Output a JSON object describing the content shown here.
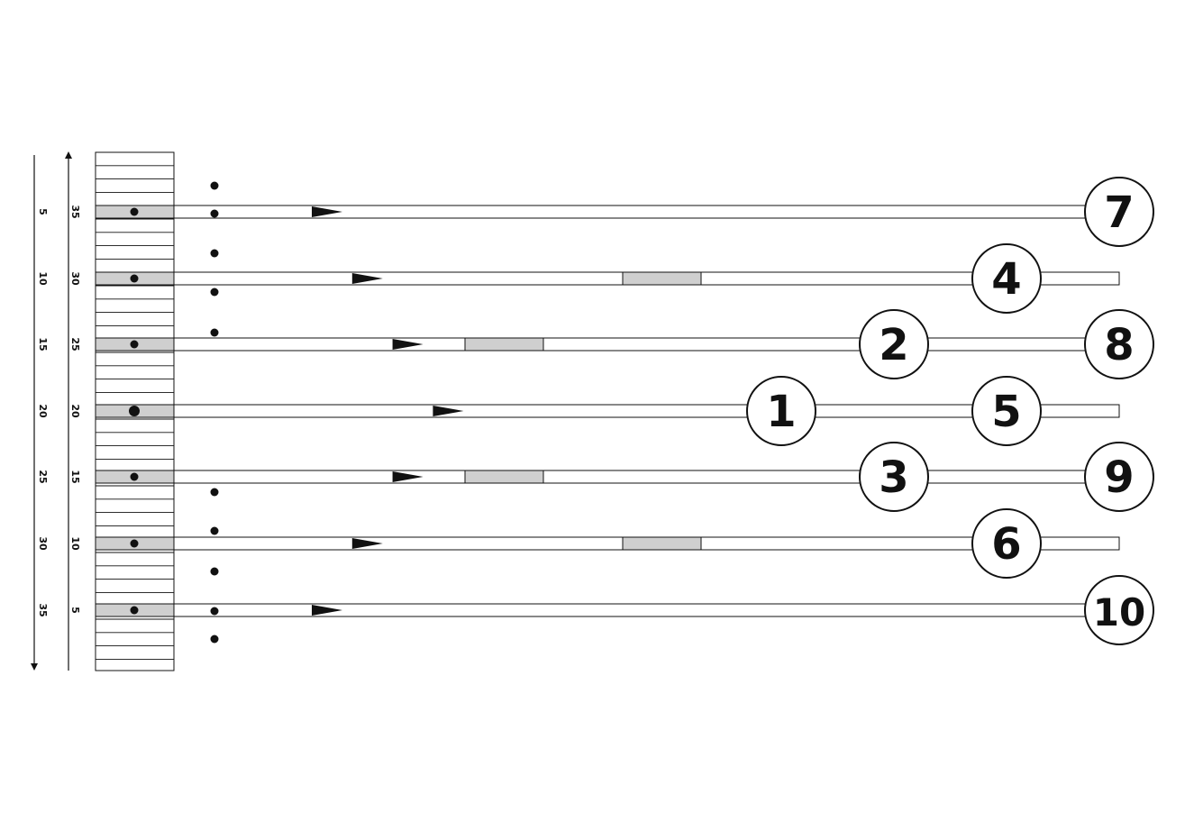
{
  "colors": {
    "ink": "#111111",
    "lane_fill": "#ffffff",
    "shade": "#cfcfcf",
    "background": "#ffffff"
  },
  "scales": {
    "outer": {
      "direction": "down",
      "labels": [
        "5",
        "10",
        "15",
        "20",
        "25",
        "30",
        "35"
      ]
    },
    "inner": {
      "direction": "up",
      "labels": [
        "35",
        "30",
        "25",
        "20",
        "15",
        "10",
        "5"
      ]
    }
  },
  "lanes": [
    {
      "name": "lane-1",
      "outer_label": "5",
      "inner_label": "35",
      "arrow_pos": 0.0,
      "block": null,
      "stations": [
        "7"
      ]
    },
    {
      "name": "lane-2",
      "outer_label": "10",
      "inner_label": "30",
      "arrow_pos": 0.04,
      "block": "far",
      "stations": [
        "4"
      ]
    },
    {
      "name": "lane-3",
      "outer_label": "15",
      "inner_label": "25",
      "arrow_pos": 0.08,
      "block": "near",
      "stations": [
        "2",
        "8"
      ]
    },
    {
      "name": "lane-4",
      "outer_label": "20",
      "inner_label": "20",
      "arrow_pos": 0.12,
      "block": null,
      "stations": [
        "1",
        "5"
      ]
    },
    {
      "name": "lane-5",
      "outer_label": "25",
      "inner_label": "15",
      "arrow_pos": 0.08,
      "block": "near",
      "stations": [
        "3",
        "9"
      ]
    },
    {
      "name": "lane-6",
      "outer_label": "30",
      "inner_label": "10",
      "arrow_pos": 0.04,
      "block": "far",
      "stations": [
        "6"
      ]
    },
    {
      "name": "lane-7",
      "outer_label": "35",
      "inner_label": "5",
      "arrow_pos": 0.0,
      "block": null,
      "stations": [
        "10"
      ]
    }
  ]
}
